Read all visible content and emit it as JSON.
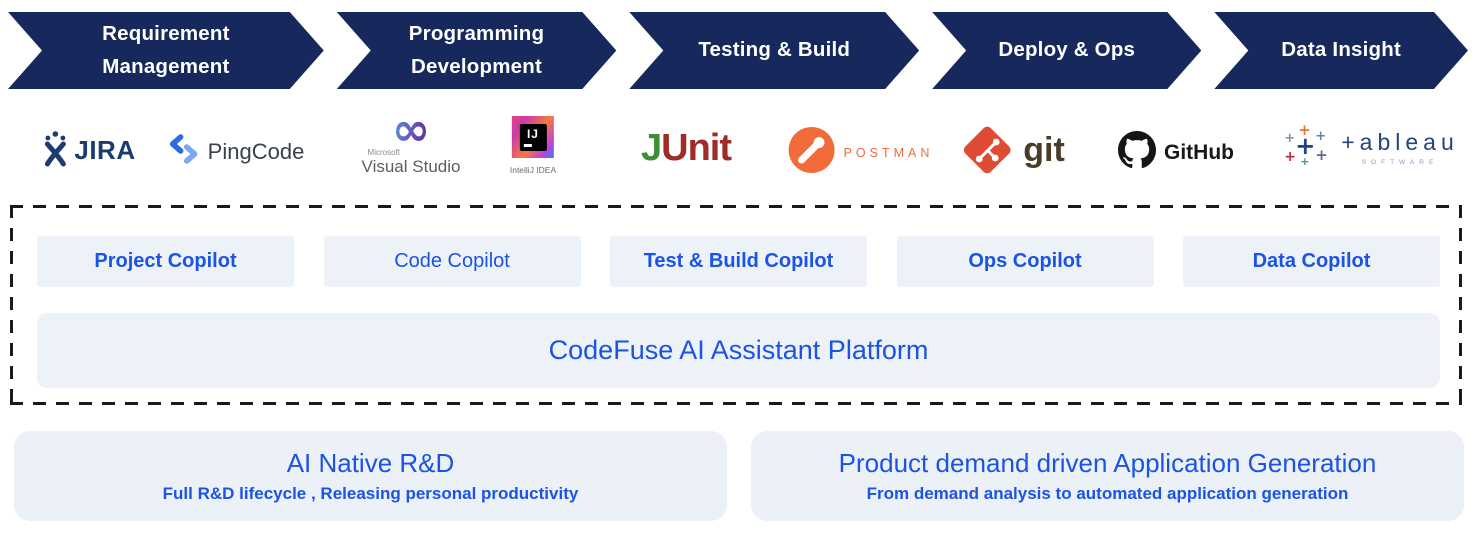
{
  "colors": {
    "navy": "#17295C",
    "blue": "#1B54E4",
    "panel_bg": "#EDF1F8",
    "postman_orange": "#F26B3A",
    "git_orange": "#DE4C36"
  },
  "pipeline": {
    "stages": [
      {
        "label": "Requirement\nManagement"
      },
      {
        "label": "Programming\nDevelopment"
      },
      {
        "label": "Testing & Build"
      },
      {
        "label": "Deploy & Ops"
      },
      {
        "label": "Data Insight"
      }
    ]
  },
  "tools": {
    "jira": {
      "label": "JIRA",
      "icon": "jira-person-mark"
    },
    "pingcode": {
      "label": "PingCode",
      "icon": "pingcode-chevrons-mark"
    },
    "visual_studio": {
      "brand": "Microsoft",
      "label": "Visual Studio",
      "icon": "infinity-mark"
    },
    "intellij": {
      "badge": "IJ",
      "caption": "IntelliJ IDEA",
      "icon": "intellij-badge"
    },
    "junit": {
      "j": "J",
      "rest": "Unit"
    },
    "postman": {
      "label": "POSTMAN",
      "icon": "postman-astronaut-circle"
    },
    "git": {
      "label": "git",
      "icon": "git-branch-diamond"
    },
    "github": {
      "label": "GitHub",
      "icon": "octocat-mark"
    },
    "tableau": {
      "wordmark": "+ableau",
      "sub": "SOFTWARE",
      "icon": "tableau-plus-cluster"
    }
  },
  "copilots": {
    "items": [
      {
        "label": "Project Copilot"
      },
      {
        "label": "Code Copilot"
      },
      {
        "label": "Test & Build Copilot"
      },
      {
        "label": "Ops Copilot"
      },
      {
        "label": "Data Copilot"
      }
    ]
  },
  "platform": {
    "label": "CodeFuse AI Assistant Platform"
  },
  "outcomes": [
    {
      "title": "AI Native R&D",
      "subtitle": "Full R&D lifecycle , Releasing personal productivity"
    },
    {
      "title": "Product demand driven Application Generation",
      "subtitle": "From demand analysis to automated application generation"
    }
  ]
}
